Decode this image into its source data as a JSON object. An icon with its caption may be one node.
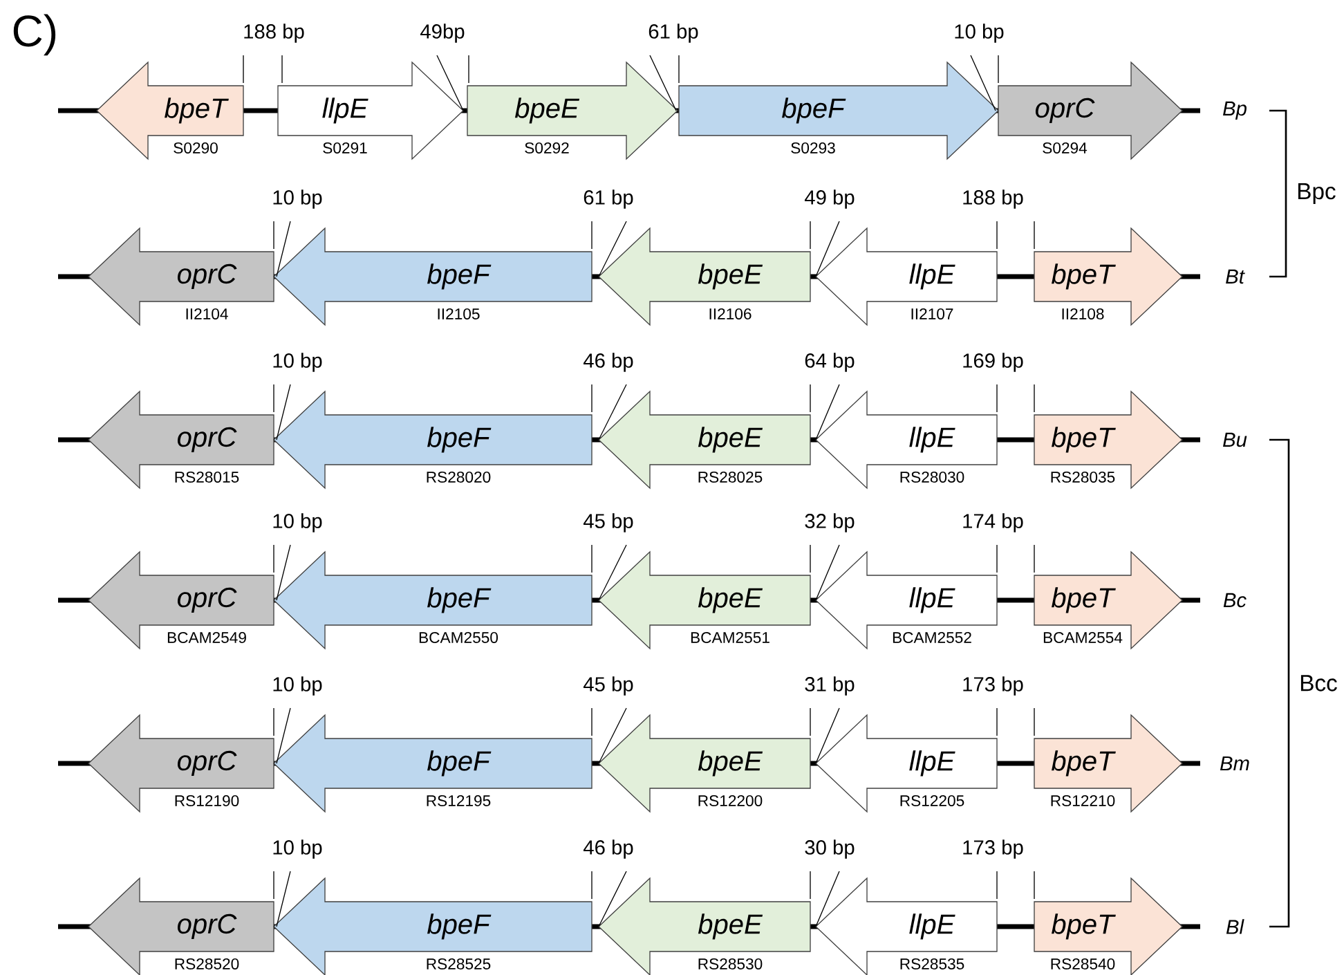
{
  "diagram": {
    "title": "C)",
    "nodes": [
      {
        "text": [
          "bpeT"
        ],
        "beside": [
          "S0290"
        ]
      },
      {
        "text": [
          "llpE"
        ],
        "beside": [
          "S0291"
        ]
      },
      {
        "text": [
          "bpeE"
        ],
        "beside": [
          "S0292"
        ]
      },
      {
        "text": [
          "bpeF"
        ],
        "beside": [
          "S0293"
        ]
      },
      {
        "text": [
          "oprC"
        ],
        "beside": [
          "S0294"
        ]
      },
      {
        "text": [
          "oprC"
        ],
        "beside": [
          "II2104"
        ]
      },
      {
        "text": [
          "bpeF"
        ],
        "beside": [
          "II2105"
        ]
      },
      {
        "text": [
          "bpeE"
        ],
        "beside": [
          "II2106"
        ]
      },
      {
        "text": [
          "llpE"
        ],
        "beside": [
          "II2107"
        ]
      },
      {
        "text": [
          "bpeT"
        ],
        "beside": [
          "II2108"
        ]
      },
      {
        "text": [
          "oprC"
        ],
        "beside": [
          "RS28015"
        ]
      },
      {
        "text": [
          "bpeF"
        ],
        "beside": [
          "RS28020"
        ]
      },
      {
        "text": [
          "bpeE"
        ],
        "beside": [
          "RS28025"
        ]
      },
      {
        "text": [
          "llpE"
        ],
        "beside": [
          "RS28030"
        ]
      },
      {
        "text": [
          "bpeT"
        ],
        "beside": [
          "RS28035"
        ]
      },
      {
        "text": [
          "oprC"
        ],
        "beside": [
          "BCAM2549"
        ]
      },
      {
        "text": [
          "bpeF"
        ],
        "beside": [
          "BCAM2550"
        ]
      },
      {
        "text": [
          "bpeE"
        ],
        "beside": [
          "BCAM2551"
        ]
      },
      {
        "text": [
          "llpE"
        ],
        "beside": [
          "BCAM2552"
        ]
      },
      {
        "text": [
          "bpeT"
        ],
        "beside": [
          "BCAM2554"
        ]
      },
      {
        "text": [
          "oprC"
        ],
        "beside": [
          "RS12190"
        ]
      },
      {
        "text": [
          "bpeF"
        ],
        "beside": [
          "RS12195"
        ]
      },
      {
        "text": [
          "bpeE"
        ],
        "beside": [
          "RS12200"
        ]
      },
      {
        "text": [
          "llpE"
        ],
        "beside": [
          "RS12205"
        ]
      },
      {
        "text": [
          "bpeT"
        ],
        "beside": [
          "RS12210"
        ]
      },
      {
        "text": [
          "oprC"
        ],
        "beside": [
          "RS28520"
        ]
      },
      {
        "text": [
          "bpeF"
        ],
        "beside": [
          "RS28525"
        ]
      },
      {
        "text": [
          "bpeE"
        ],
        "beside": [
          "RS28530"
        ]
      },
      {
        "text": [
          "llpE"
        ],
        "beside": [
          "RS28535"
        ]
      },
      {
        "text": [
          "bpeT"
        ],
        "beside": [
          "RS28540"
        ]
      }
    ],
    "labels": [
      "188 bp",
      "49bp",
      "61 bp",
      "10 bp",
      "Bp",
      "10 bp",
      "61 bp",
      "49 bp",
      "188 bp",
      "Bt",
      "10 bp",
      "46 bp",
      "64 bp",
      "169 bp",
      "Bu",
      "10 bp",
      "45 bp",
      "32 bp",
      "174 bp",
      "Bc",
      "10 bp",
      "45 bp",
      "31 bp",
      "173 bp",
      "Bm",
      "10 bp",
      "46 bp",
      "30 bp",
      "173 bp",
      "Bl",
      "Bpc",
      "Bcc"
    ]
  }
}
